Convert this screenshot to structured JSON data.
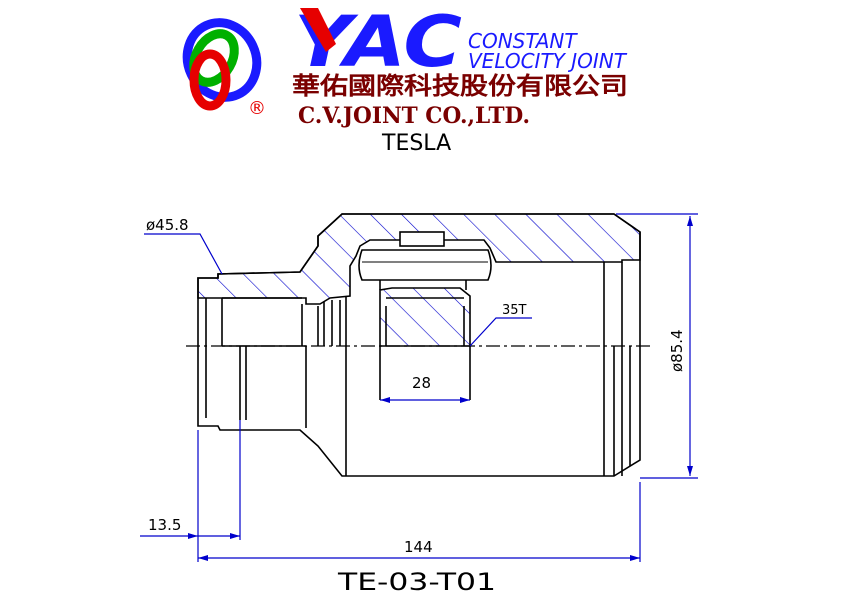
{
  "header": {
    "brand_letters": "YAC",
    "registered_mark": "®",
    "tagline_line1": "CONSTANT",
    "tagline_line2": "VELOCITY JOINT",
    "company_chinese": "華佑國際科技股份有限公司",
    "company_english": "C.V.JOINT CO.,LTD.",
    "vehicle": "TESLA"
  },
  "dimensions": {
    "outer_diameter_left": "ø45.8",
    "outer_diameter_right": "ø85.4",
    "spline_teeth": "35T",
    "spline_length": "28",
    "stem_length": "13.5",
    "overall_length": "144"
  },
  "part_number": "TE-03-T01",
  "colors": {
    "outline": "#000000",
    "hatch": "#0000cc",
    "dimension": "#0000cc",
    "logo_blue": "#1a1aff",
    "logo_red": "#e60000",
    "logo_green": "#00b000",
    "company_text": "#7a0000"
  }
}
